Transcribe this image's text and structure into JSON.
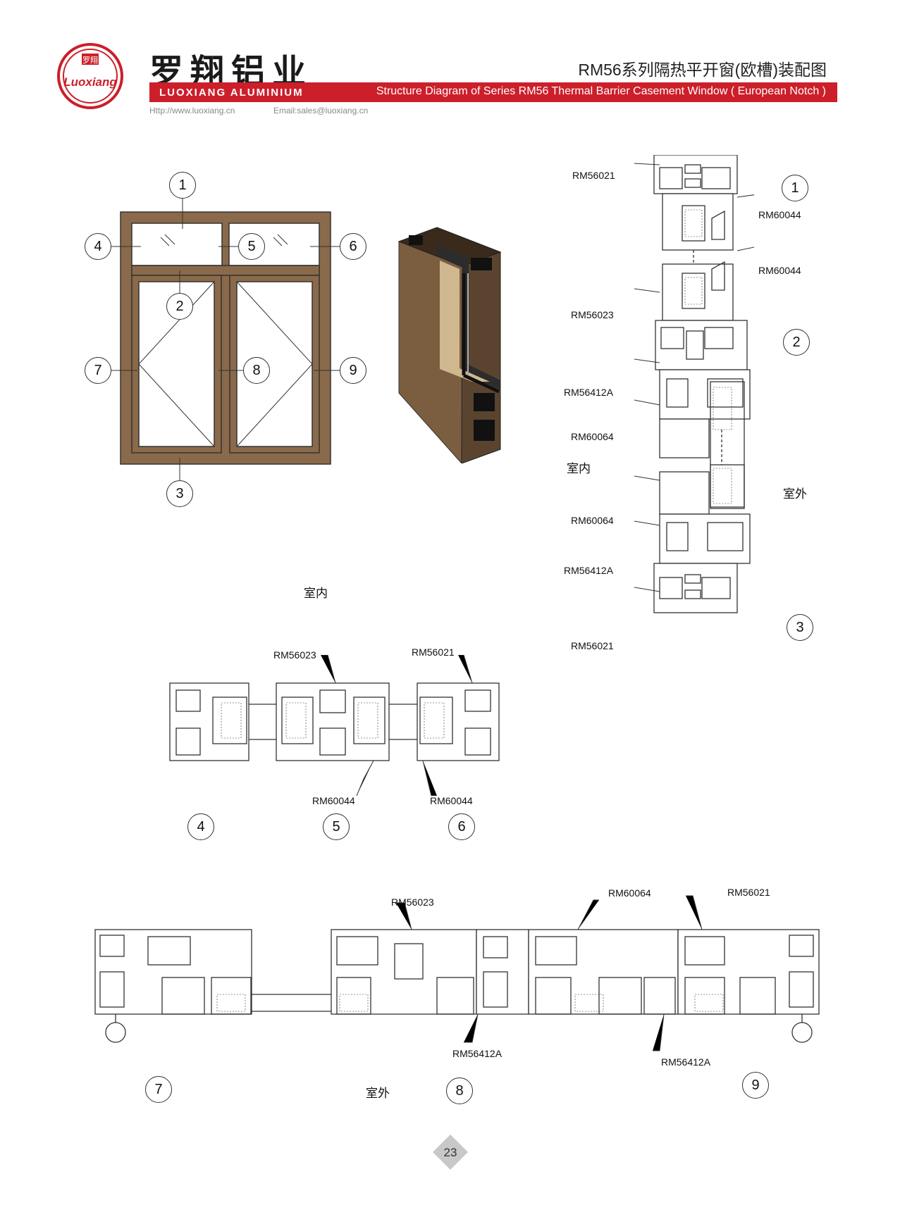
{
  "header": {
    "logo_text_top": "罗翔",
    "logo_text_script": "Luoxiang",
    "brand_cn": "罗翔铝业",
    "title_cn": "RM56系列隔热平开窗(欧槽)装配图",
    "brand_en": "LUOXIANG ALUMINIUM",
    "title_en": "Structure Diagram of Series RM56 Thermal Barrier Casement Window ( European Notch )",
    "website": "Http://www.luoxiang.cn",
    "email": "Email:sales@luoxiang.cn"
  },
  "callouts": [
    "1",
    "2",
    "3",
    "4",
    "5",
    "6",
    "7",
    "8",
    "9"
  ],
  "vertical_section": {
    "tags": [
      "RM56021",
      "RM60044",
      "RM60044",
      "RM56023",
      "RM56412A",
      "RM60064",
      "RM60064",
      "RM56412A",
      "RM56021"
    ],
    "indoor": "室内",
    "outdoor": "室外"
  },
  "elevation": {
    "indoor": "室内"
  },
  "top_section": {
    "tags": [
      "RM56023",
      "RM56021",
      "RM60044",
      "RM60044"
    ]
  },
  "bottom_section": {
    "tags": [
      "RM56023",
      "RM60064",
      "RM56021",
      "RM56412A",
      "RM56412A"
    ],
    "outdoor": "室外"
  },
  "page_number": "23",
  "colors": {
    "accent": "#cc1f2a",
    "frame_bronze": "#8a6a4a",
    "profile_line": "#333333"
  }
}
